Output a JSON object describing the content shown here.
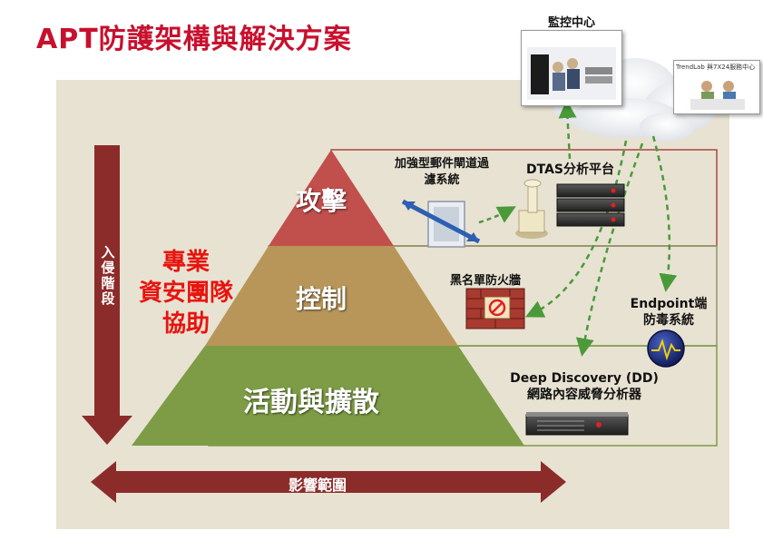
{
  "title": "APT防護架構與解決方案",
  "layers": {
    "attack": "攻擊",
    "control": "控制",
    "activity": "活動與擴散"
  },
  "team_label": [
    "專業",
    "資安團隊",
    "協助"
  ],
  "axis": {
    "vertical": [
      "入",
      "侵",
      "階",
      "段"
    ],
    "horizontal": "影響範圍"
  },
  "components": {
    "monitor_center": "監控中心",
    "trendlab": "TrendLab 與7X24服務中心",
    "mail_gateway": [
      "加強型郵件閘道過",
      "濾系統"
    ],
    "dtas": "DTAS分析平台",
    "blacklist_firewall": "黑名單防火牆",
    "endpoint": [
      "Endpoint端",
      "防毒系統"
    ],
    "dd": [
      "Deep Discovery (DD)",
      "網路內容威脅分析器"
    ]
  },
  "colors": {
    "title": "#c8102e",
    "attack_layer": "#c14f4c",
    "control_layer": "#b89659",
    "activity_layer": "#7d9c45",
    "arrow": "#8b2c2b",
    "dashed_link": "#4a9a3a",
    "team_text": "#e8140f"
  }
}
